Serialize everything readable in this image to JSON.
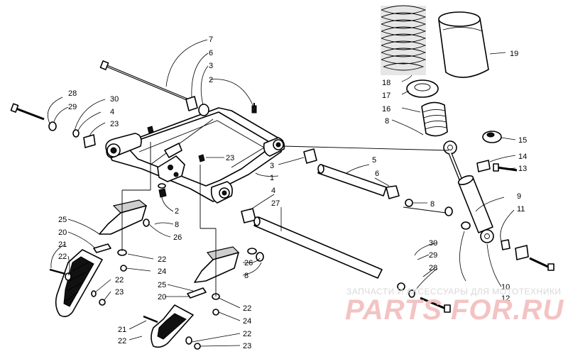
{
  "diagram": {
    "labels": [
      "28",
      "29",
      "30",
      "4",
      "23",
      "7",
      "6",
      "3",
      "2",
      "18",
      "17",
      "16",
      "8",
      "19",
      "15",
      "14",
      "13",
      "23",
      "3",
      "1",
      "5",
      "6",
      "8",
      "4",
      "27",
      "9",
      "11",
      "2",
      "8",
      "26",
      "25",
      "20",
      "22",
      "21",
      "22",
      "24",
      "22",
      "23",
      "10",
      "12",
      "30",
      "29",
      "28",
      "26",
      "8",
      "25",
      "20",
      "22",
      "24",
      "21",
      "22",
      "22",
      "23"
    ]
  },
  "watermark": {
    "caption": "ЗАПЧАСТИ И АКСЕССУАРЫ ДЛЯ МОТОТЕХНИКИ",
    "logo": "PARTS FOR.RU"
  }
}
